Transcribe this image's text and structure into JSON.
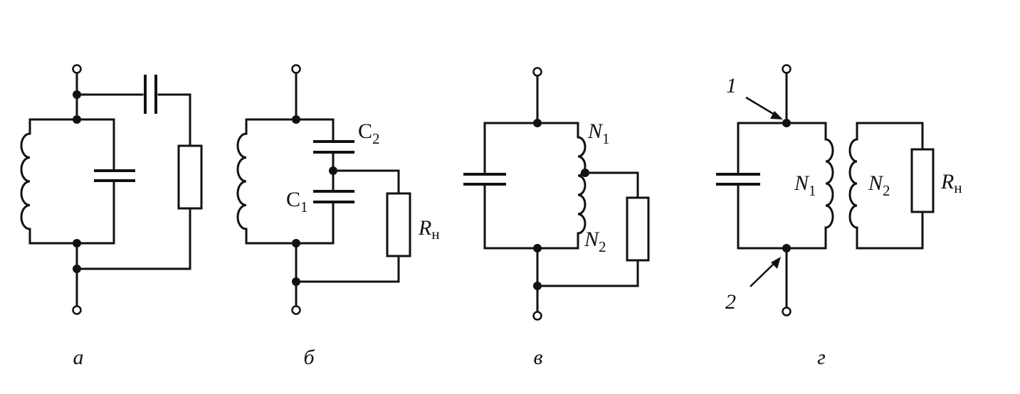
{
  "circuits": [
    {
      "caption": "а"
    },
    {
      "caption": "б",
      "cap_top": "C",
      "cap_top_sub": "2",
      "cap_bottom": "C",
      "cap_bottom_sub": "1",
      "load": "R",
      "load_sub": "н"
    },
    {
      "caption": "в",
      "coil_top": "N",
      "coil_top_sub": "1",
      "coil_bottom": "N",
      "coil_bottom_sub": "2"
    },
    {
      "caption": "г",
      "primary": "N",
      "primary_sub": "1",
      "secondary": "N",
      "secondary_sub": "2",
      "load": "R",
      "load_sub": "н",
      "point_top": "1",
      "point_bottom": "2"
    }
  ]
}
